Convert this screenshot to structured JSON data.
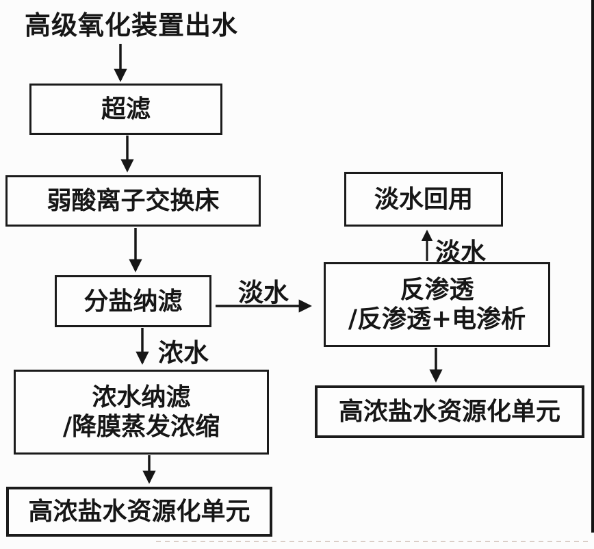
{
  "diagram": {
    "title": "高级氧化装置出水",
    "nodes": {
      "ultrafiltration": {
        "label": "超滤"
      },
      "weak_acid_ion_exchange": {
        "label": "弱酸离子交换床"
      },
      "salt_separation_nf": {
        "label": "分盐纳滤"
      },
      "concentrate_nf": {
        "line1": "浓水纳滤",
        "line2": "/降膜蒸发浓缩"
      },
      "brine_resource_unit_left": {
        "label": "高浓盐水资源化单元"
      },
      "fresh_water_reuse": {
        "label": "淡水回用"
      },
      "reverse_osmosis": {
        "line1": "反渗透",
        "line2": "/反渗透+电渗析"
      },
      "brine_resource_unit_right": {
        "label": "高浓盐水资源化单元"
      }
    },
    "edge_labels": {
      "nf_to_ro": "淡水",
      "nf_to_concentrate": "浓水",
      "ro_to_reuse": "淡水"
    },
    "colors": {
      "ink": "#161616",
      "background": "#fcfcfc"
    }
  }
}
